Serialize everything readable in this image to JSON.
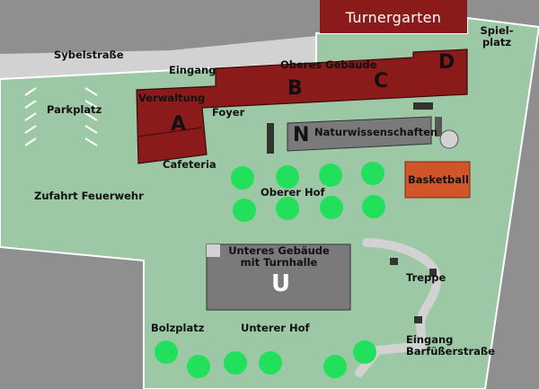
{
  "title": "Turnergarten",
  "labels": {
    "sybelstrasse": "Sybelstraße",
    "spielplatz_1": "Spiel-",
    "spielplatz_2": "platz",
    "eingang": "Eingang",
    "oberes_gebaeude": "Oberes Gebäude",
    "verwaltung": "Verwaltung",
    "foyer": "Foyer",
    "parkplatz": "Parkplatz",
    "naturwissenschaften": "Naturwissenschaften",
    "cafeteria": "Cafeteria",
    "zufahrt_feuerwehr": "Zufahrt Feuerwehr",
    "oberer_hof": "Oberer Hof",
    "basketball": "Basketball",
    "unteres_gebaeude_1": "Unteres Gebäude",
    "unteres_gebaeude_2": "mit Turnhalle",
    "treppe": "Treppe",
    "bolzplatz": "Bolzplatz",
    "unterer_hof": "Unterer Hof",
    "eingang_barfuesser_1": "Eingang",
    "eingang_barfuesser_2": "Barfüßerstraße"
  },
  "buildings": {
    "a": "A",
    "b": "B",
    "c": "C",
    "d": "D",
    "n": "N",
    "u": "U"
  },
  "colors": {
    "background": "#8f8f8f",
    "grounds": "#9cc8a6",
    "street": "#d2d2d2",
    "building_main": "#8b1a1a",
    "building_gray": "#7a7a7a",
    "basketball": "#d0562a",
    "tree": "#22e05c"
  }
}
